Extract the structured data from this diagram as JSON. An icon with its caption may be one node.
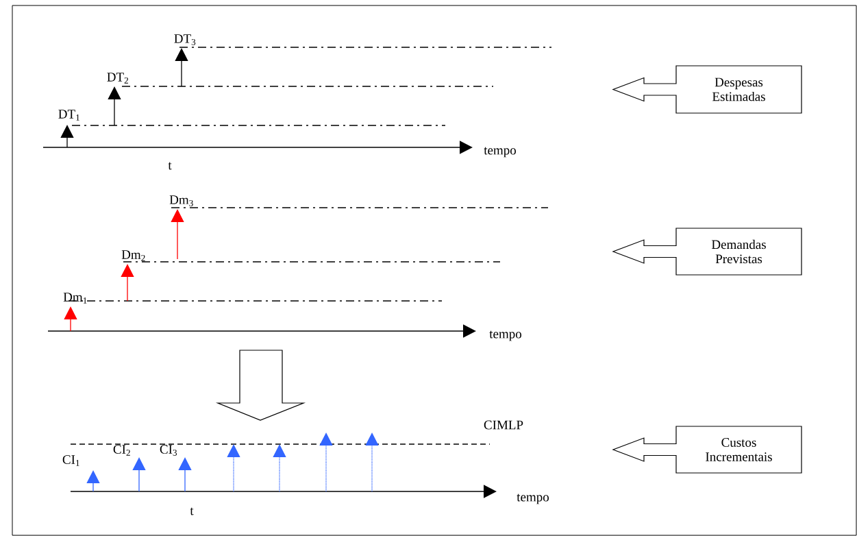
{
  "diagram": {
    "nodes": [
      {
        "text": [
          "Despesas Estimadas"
        ]
      },
      {
        "text": [
          "Demandas Previstas"
        ]
      },
      {
        "text": [
          "Custos Incrementais"
        ]
      }
    ],
    "labels": [
      "DT$_{3}$",
      "DT$_{2}$",
      "DT$_{1}$",
      "tempo",
      "t",
      "Dm$_{3}$",
      "Dm$_{2}$",
      "Dm$_{1}$",
      "tempo",
      "CIMLP",
      "CI$_{2}$",
      "CI$_{3}$",
      "CI$_{1}$",
      "tempo",
      "t"
    ]
  }
}
